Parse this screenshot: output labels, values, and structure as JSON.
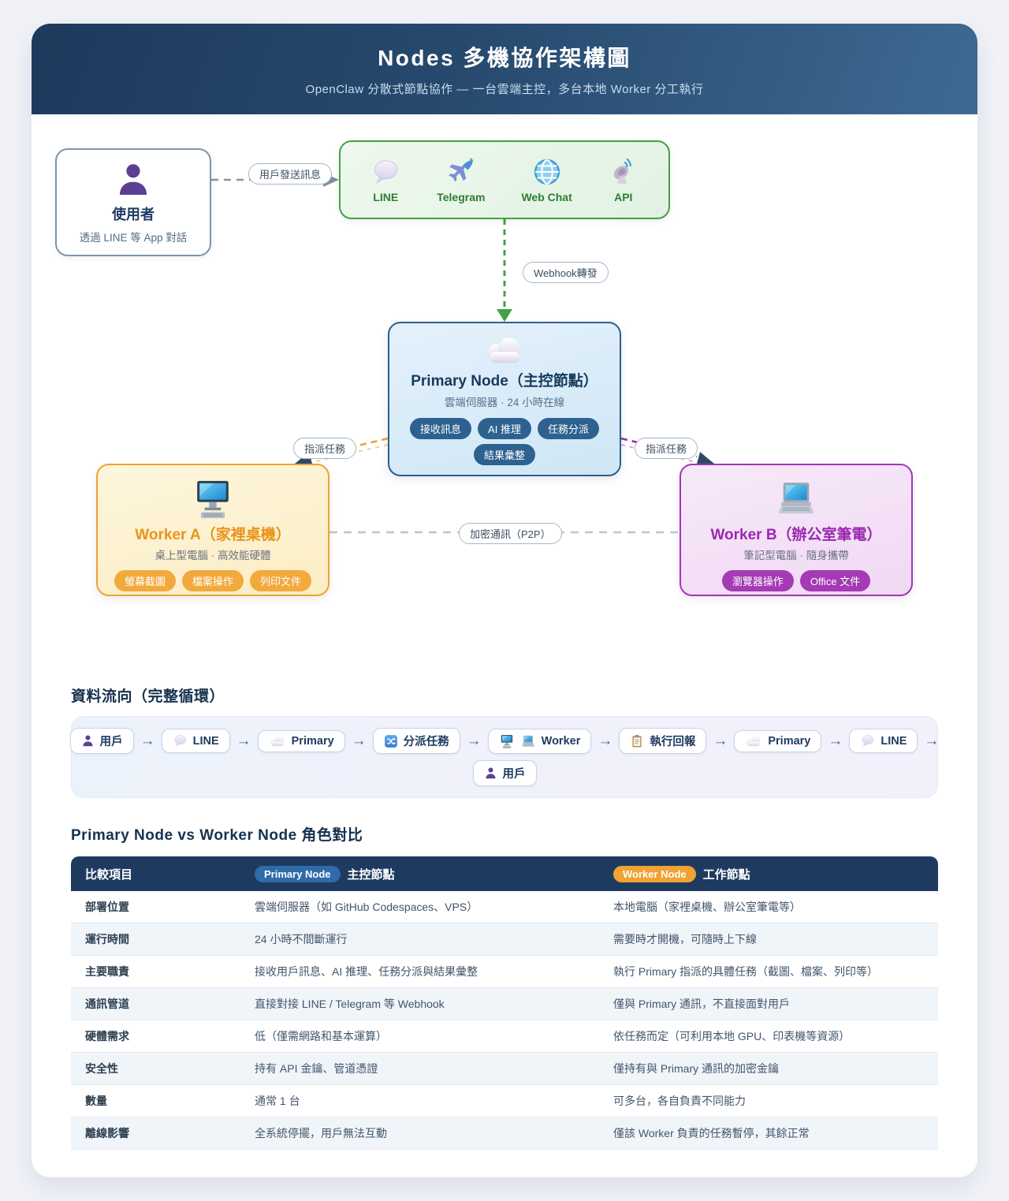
{
  "header": {
    "title": "Nodes 多機協作架構圖",
    "subtitle": "OpenClaw 分散式節點協作 — 一台雲端主控，多台本地 Worker 分工執行"
  },
  "diagram": {
    "user": {
      "title": "使用者",
      "subtitle": "透過 LINE 等 App 對話"
    },
    "apps": {
      "labels": [
        "LINE",
        "Telegram",
        "Web Chat",
        "API"
      ]
    },
    "edge_labels": {
      "user_to_apps": "用戶發送訊息",
      "webhook": "Webhook轉發",
      "assign_left": "指派任務",
      "assign_right": "指派任務",
      "p2p": "加密通訊（P2P）"
    },
    "primary": {
      "title": "Primary Node（主控節點）",
      "subtitle": "雲端伺服器 · 24 小時在線",
      "badges": [
        "接收訊息",
        "AI 推理",
        "任務分派",
        "結果彙整"
      ]
    },
    "worker_a": {
      "title": "Worker A（家裡桌機）",
      "subtitle": "桌上型電腦 · 高效能硬體",
      "badges": [
        "螢幕截圖",
        "檔案操作",
        "列印文件"
      ]
    },
    "worker_b": {
      "title": "Worker B（辦公室筆電）",
      "subtitle": "筆記型電腦 · 隨身攜帶",
      "badges": [
        "瀏覽器操作",
        "Office 文件"
      ]
    }
  },
  "flow": {
    "heading": "資料流向（完整循環）",
    "steps": [
      "用戶",
      "LINE",
      "Primary",
      "分派任務",
      "Worker",
      "執行回報",
      "Primary",
      "LINE",
      "用戶"
    ]
  },
  "comparison": {
    "heading": "Primary Node vs Worker Node 角色對比",
    "header": {
      "item": "比較項目",
      "primary_pill": "Primary Node",
      "primary_label": "主控節點",
      "worker_pill": "Worker Node",
      "worker_label": "工作節點"
    },
    "rows": [
      {
        "item": "部署位置",
        "primary": "雲端伺服器（如 GitHub Codespaces、VPS）",
        "worker": "本地電腦（家裡桌機、辦公室筆電等）"
      },
      {
        "item": "運行時間",
        "primary": "24 小時不間斷運行",
        "worker": "需要時才開機，可隨時上下線"
      },
      {
        "item": "主要職責",
        "primary": "接收用戶訊息、AI 推理、任務分派與結果彙整",
        "worker": "執行 Primary 指派的具體任務（截圖、檔案、列印等）"
      },
      {
        "item": "通訊管道",
        "primary": "直接對接 LINE / Telegram 等 Webhook",
        "worker": "僅與 Primary 通訊，不直接面對用戶"
      },
      {
        "item": "硬體需求",
        "primary": "低（僅需網路和基本運算）",
        "worker": "依任務而定（可利用本地 GPU、印表機等資源）"
      },
      {
        "item": "安全性",
        "primary": "持有 API 金鑰、管道憑證",
        "worker": "僅持有與 Primary 通訊的加密金鑰"
      },
      {
        "item": "數量",
        "primary": "通常 1 台",
        "worker": "可多台，各自負責不同能力"
      },
      {
        "item": "離線影響",
        "primary": "全系統停擺，用戶無法互動",
        "worker": "僅該 Worker 負責的任務暫停，其餘正常"
      }
    ]
  },
  "colors": {
    "header_navy": "#1e3a5f",
    "accent_green": "#43a047",
    "accent_blue": "#2d618f",
    "accent_orange": "#f0a132",
    "accent_purple": "#9c27b0"
  }
}
